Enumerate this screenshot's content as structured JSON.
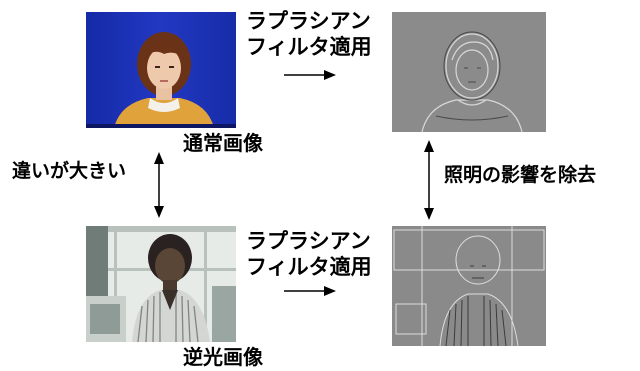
{
  "top_row": {
    "source_caption": "通常画像",
    "filter_label_line1": "ラプラシアン",
    "filter_label_line2": "フィルタ適用"
  },
  "bottom_row": {
    "source_caption": "逆光画像",
    "filter_label_line1": "ラプラシアン",
    "filter_label_line2": "フィルタ適用"
  },
  "left_note": "違いが大きい",
  "right_note": "照明の影響を除去",
  "colors": {
    "normal_photo_background": "#1b2fb5",
    "filtered_gray": "#8a8a8a",
    "backlit_window": "#e4e8e6"
  }
}
